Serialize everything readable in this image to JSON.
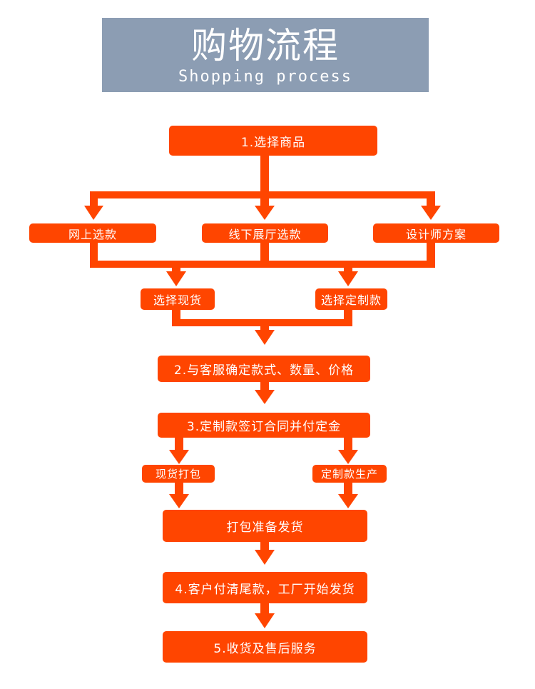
{
  "header": {
    "title": "购物流程",
    "subtitle": "Shopping process"
  },
  "colors": {
    "header_bg": "#8c9db3",
    "node_bg": "#ff4500",
    "node_text": "#ffffff"
  },
  "nodes": {
    "step1": "1.选择商品",
    "online": "网上选款",
    "offline": "线下展厅选款",
    "designer": "设计师方案",
    "spot": "选择现货",
    "custom": "选择定制款",
    "step2": "2.与客服确定款式、数量、价格",
    "step3": "3.定制款签订合同并付定金",
    "spot_pack": "现货打包",
    "custom_prod": "定制款生产",
    "pack_ship": "打包准备发货",
    "step4": "4.客户付清尾款，工厂开始发货",
    "step5": "5.收货及售后服务"
  }
}
